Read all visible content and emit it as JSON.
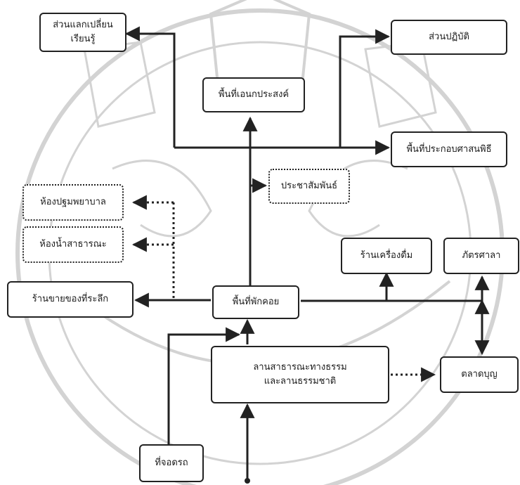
{
  "diagram": {
    "nodes": {
      "learning": {
        "line1": "ส่วนแลกเปลี่ยน",
        "line2": "เรียนรู้"
      },
      "practice": "ส่วนปฏิบัติ",
      "multipurpose": "พื้นที่เอนกประสงค์",
      "ceremony": "พื้นที่ประกอบศาสนพิธี",
      "pr": "ประชาสัมพันธ์",
      "first_aid": "ห้องปฐมพยาบาล",
      "restroom": "ห้องน้ำสาธารณะ",
      "souvenir": "ร้านขายของที่ระลึก",
      "drinks": "ร้านเครื่องดื่ม",
      "canteen": "ภัตรศาลา",
      "rest_area": "พื้นที่พักคอย",
      "park": {
        "line1": "ลานสาธารณะทางธรรม",
        "line2": "และลานธรรมชาติ"
      },
      "merit_market": "ตลาดบุญ",
      "parking": "ที่จอดรถ"
    },
    "connectors": {
      "solid_color": "#222222",
      "dotted_meaning": "secondary link"
    }
  },
  "colors": {
    "line": "#222222",
    "watermark": "#d0d0d0"
  }
}
